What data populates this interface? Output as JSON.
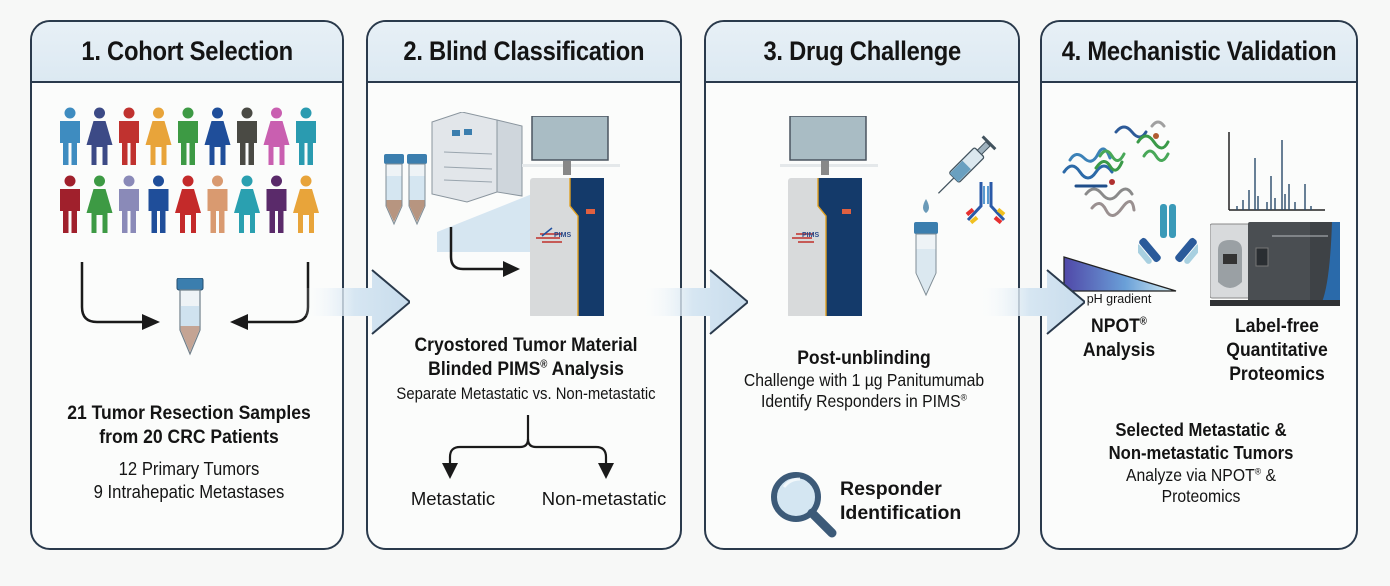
{
  "panels": [
    {
      "title": "1. Cohort Selection",
      "figure_count": 18,
      "figure_colors": [
        "#3e8cc0",
        "#3c4a86",
        "#c0322f",
        "#e8a43a",
        "#3d9a44",
        "#1f4e9a",
        "#4a4a44",
        "#c95fb0",
        "#2a9bb0",
        "#a0202c",
        "#3d9a44",
        "#8a8ab8",
        "#1f4e9a",
        "#c42a2a",
        "#d99a70",
        "#2aa0b0",
        "#5a2a6a",
        "#e8a43a"
      ],
      "summary_line1": "21 Tumor Resection Samples",
      "summary_line2": "from 20 CRC Patients",
      "detail_line1": "12 Primary Tumors",
      "detail_line2": "9 Intrahepatic Metastases"
    },
    {
      "title": "2. Blind Classification",
      "heading_line1": "Cryostored Tumor Material",
      "heading_line2_pre": "Blinded PIMS",
      "heading_line2_reg": "®",
      "heading_line2_post": " Analysis",
      "subtitle": "Separate Metastatic vs. Non-metastatic",
      "branch_left": "Metastatic",
      "branch_right": "Non-metastatic",
      "instrument_logo": "PIMS"
    },
    {
      "title": "3. Drug Challenge",
      "heading": "Post-unblinding",
      "line1": "Challenge with 1 µg Panitumumab",
      "line2_pre": "Identify Responders in PIMS",
      "line2_reg": "®",
      "result_line1": "Responder",
      "result_line2": "Identification",
      "instrument_logo": "PIMS"
    },
    {
      "title": "4. Mechanistic Validation",
      "gradient_label": "pH gradient",
      "method_left_pre": "NPOT",
      "method_left_reg": "®",
      "method_left_line2": "Analysis",
      "method_right_line1": "Label-free",
      "method_right_line2": "Quantitative",
      "method_right_line3": "Proteomics",
      "summary_line1": "Selected Metastatic &",
      "summary_line2": "Non-metastatic Tumors",
      "detail_line1_pre": "Analyze via NPOT",
      "detail_line1_reg": "®",
      "detail_line1_post": " &",
      "detail_line2": "Proteomics"
    }
  ],
  "colors": {
    "border": "#2a3a4c",
    "header_bg": "#dce9f2",
    "instrument_navy": "#143a6a",
    "instrument_gray": "#d8dadb",
    "accent_orange": "#e0a020",
    "connector_arrow": "#d6e6f2"
  }
}
